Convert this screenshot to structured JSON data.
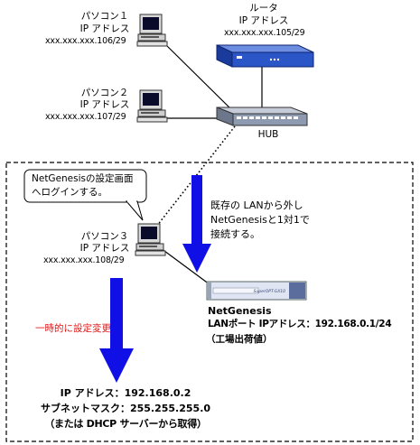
{
  "pc1": {
    "name": "パソコン１",
    "ip_label": "IP アドレス",
    "ip": "xxx.xxx.xxx.106/29"
  },
  "pc2": {
    "name": "パソコン２",
    "ip_label": "IP アドレス",
    "ip": "xxx.xxx.xxx.107/29"
  },
  "pc3": {
    "name": "パソコン３",
    "ip_label": "IP アドレス",
    "ip": "xxx.xxx.xxx.108/29"
  },
  "router": {
    "name": "ルータ",
    "ip_label": "IP アドレス",
    "ip": "xxx.xxx.xxx.105/29"
  },
  "hub": {
    "label": "HUB"
  },
  "callout": {
    "line1": "NetGenesisの設定画面",
    "line2": "へログインする。"
  },
  "move_note": {
    "line1": "既存の LANから外し",
    "line2": "NetGenesisと1対1で",
    "line3": "接続する。"
  },
  "netgenesis": {
    "name": "NetGenesis",
    "lan_port": "LANポート IPアドレス：192.168.0.1/24",
    "factory": "（工場出荷値）",
    "panel_text": "SuperOPT-GX10"
  },
  "temp_change": {
    "label": "一時的に設定変更",
    "color": "#e01818"
  },
  "new_settings": {
    "ip": "IP アドレス：192.168.0.2",
    "mask": "サブネットマスク：255.255.255.0",
    "dhcp": "（または DHCP サーバーから取得）"
  },
  "colors": {
    "arrow": "#1010e6",
    "router_body": "#2a56c8",
    "hub_body": "#8d9ab0"
  }
}
